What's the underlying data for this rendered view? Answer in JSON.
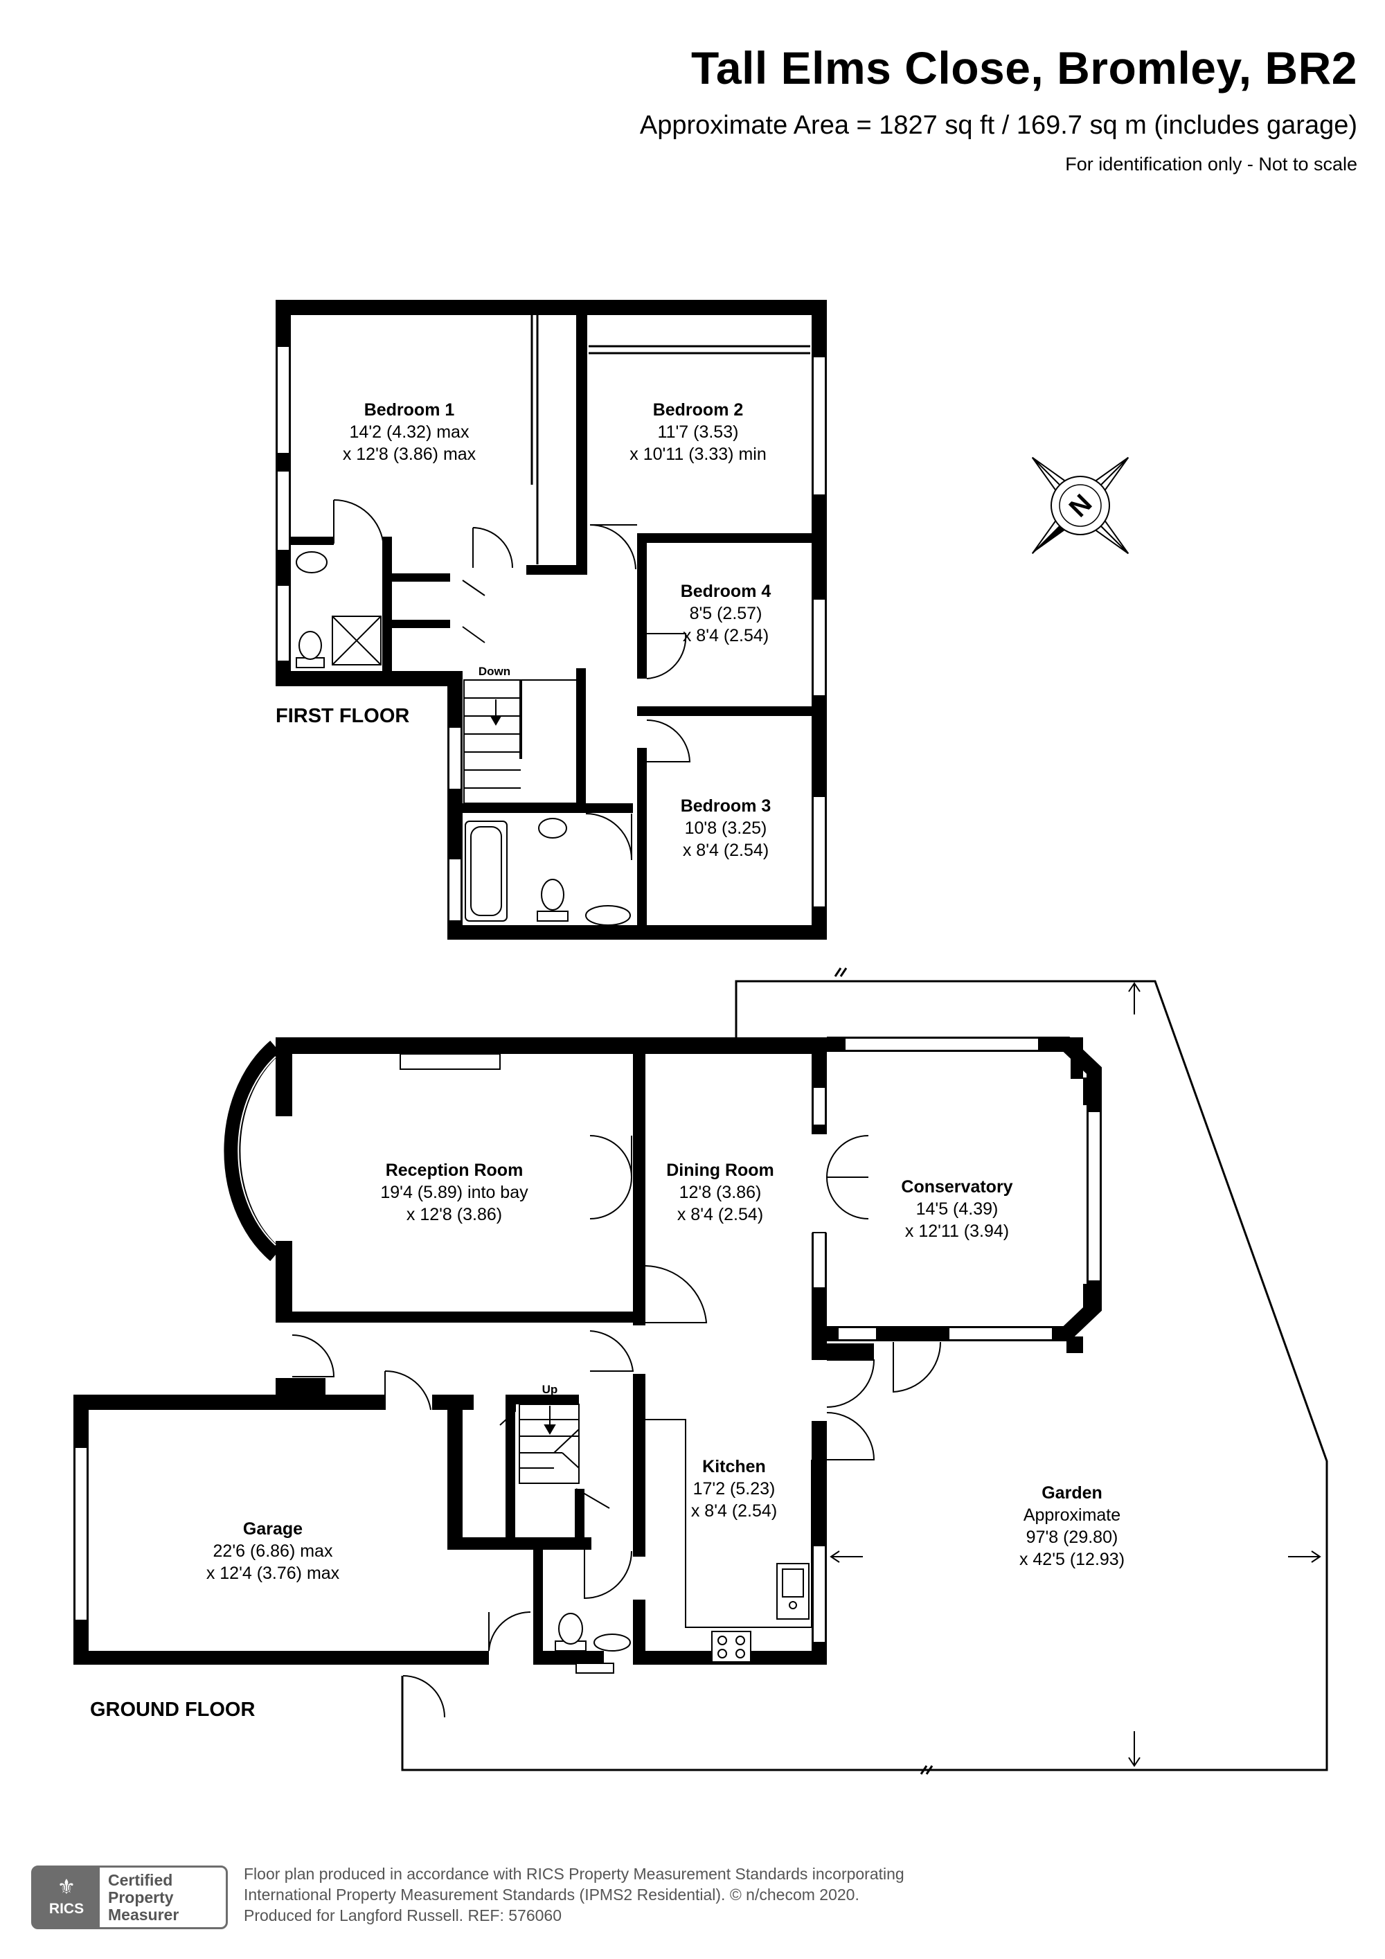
{
  "header": {
    "title": "Tall Elms Close, Bromley, BR2",
    "area": "Approximate Area = 1827 sq ft / 169.7 sq m (includes garage)",
    "disclaimer": "For identification only - Not to scale"
  },
  "floors": {
    "first": "FIRST FLOOR",
    "ground": "GROUND FLOOR"
  },
  "rooms": {
    "bedroom1": {
      "name": "Bedroom 1",
      "dim1": "14'2 (4.32) max",
      "dim2": "x 12'8 (3.86) max"
    },
    "bedroom2": {
      "name": "Bedroom 2",
      "dim1": "11'7 (3.53)",
      "dim2": "x 10'11 (3.33) min"
    },
    "bedroom4": {
      "name": "Bedroom 4",
      "dim1": "8'5 (2.57)",
      "dim2": "x 8'4 (2.54)"
    },
    "bedroom3": {
      "name": "Bedroom 3",
      "dim1": "10'8 (3.25)",
      "dim2": "x 8'4 (2.54)"
    },
    "reception": {
      "name": "Reception Room",
      "dim1": "19'4 (5.89) into bay",
      "dim2": "x 12'8 (3.86)"
    },
    "dining": {
      "name": "Dining Room",
      "dim1": "12'8 (3.86)",
      "dim2": "x 8'4 (2.54)"
    },
    "conservatory": {
      "name": "Conservatory",
      "dim1": "14'5 (4.39)",
      "dim2": "x 12'11 (3.94)"
    },
    "kitchen": {
      "name": "Kitchen",
      "dim1": "17'2 (5.23)",
      "dim2": "x 8'4 (2.54)"
    },
    "garage": {
      "name": "Garage",
      "dim1": "22'6 (6.86) max",
      "dim2": "x 12'4 (3.76) max"
    },
    "garden": {
      "name": "Garden",
      "dim0": "Approximate",
      "dim1": "97'8 (29.80)",
      "dim2": "x 42'5 (12.93)"
    }
  },
  "stairs": {
    "down": "Down",
    "up": "Up"
  },
  "compass": {
    "label": "N"
  },
  "footer": {
    "line1": "Floor plan produced in accordance with RICS Property Measurement Standards incorporating",
    "line2": "International Property Measurement Standards (IPMS2 Residential).   © n/checom 2020.",
    "line3": "Produced for Langford Russell.   REF: 576060",
    "badge_logo": "RICS",
    "badge_lines": [
      "Certified",
      "Property",
      "Measurer"
    ]
  },
  "colors": {
    "wall": "#000000",
    "thin": "#000000",
    "footer_text": "#555555",
    "badge": "#6d6d6d"
  }
}
